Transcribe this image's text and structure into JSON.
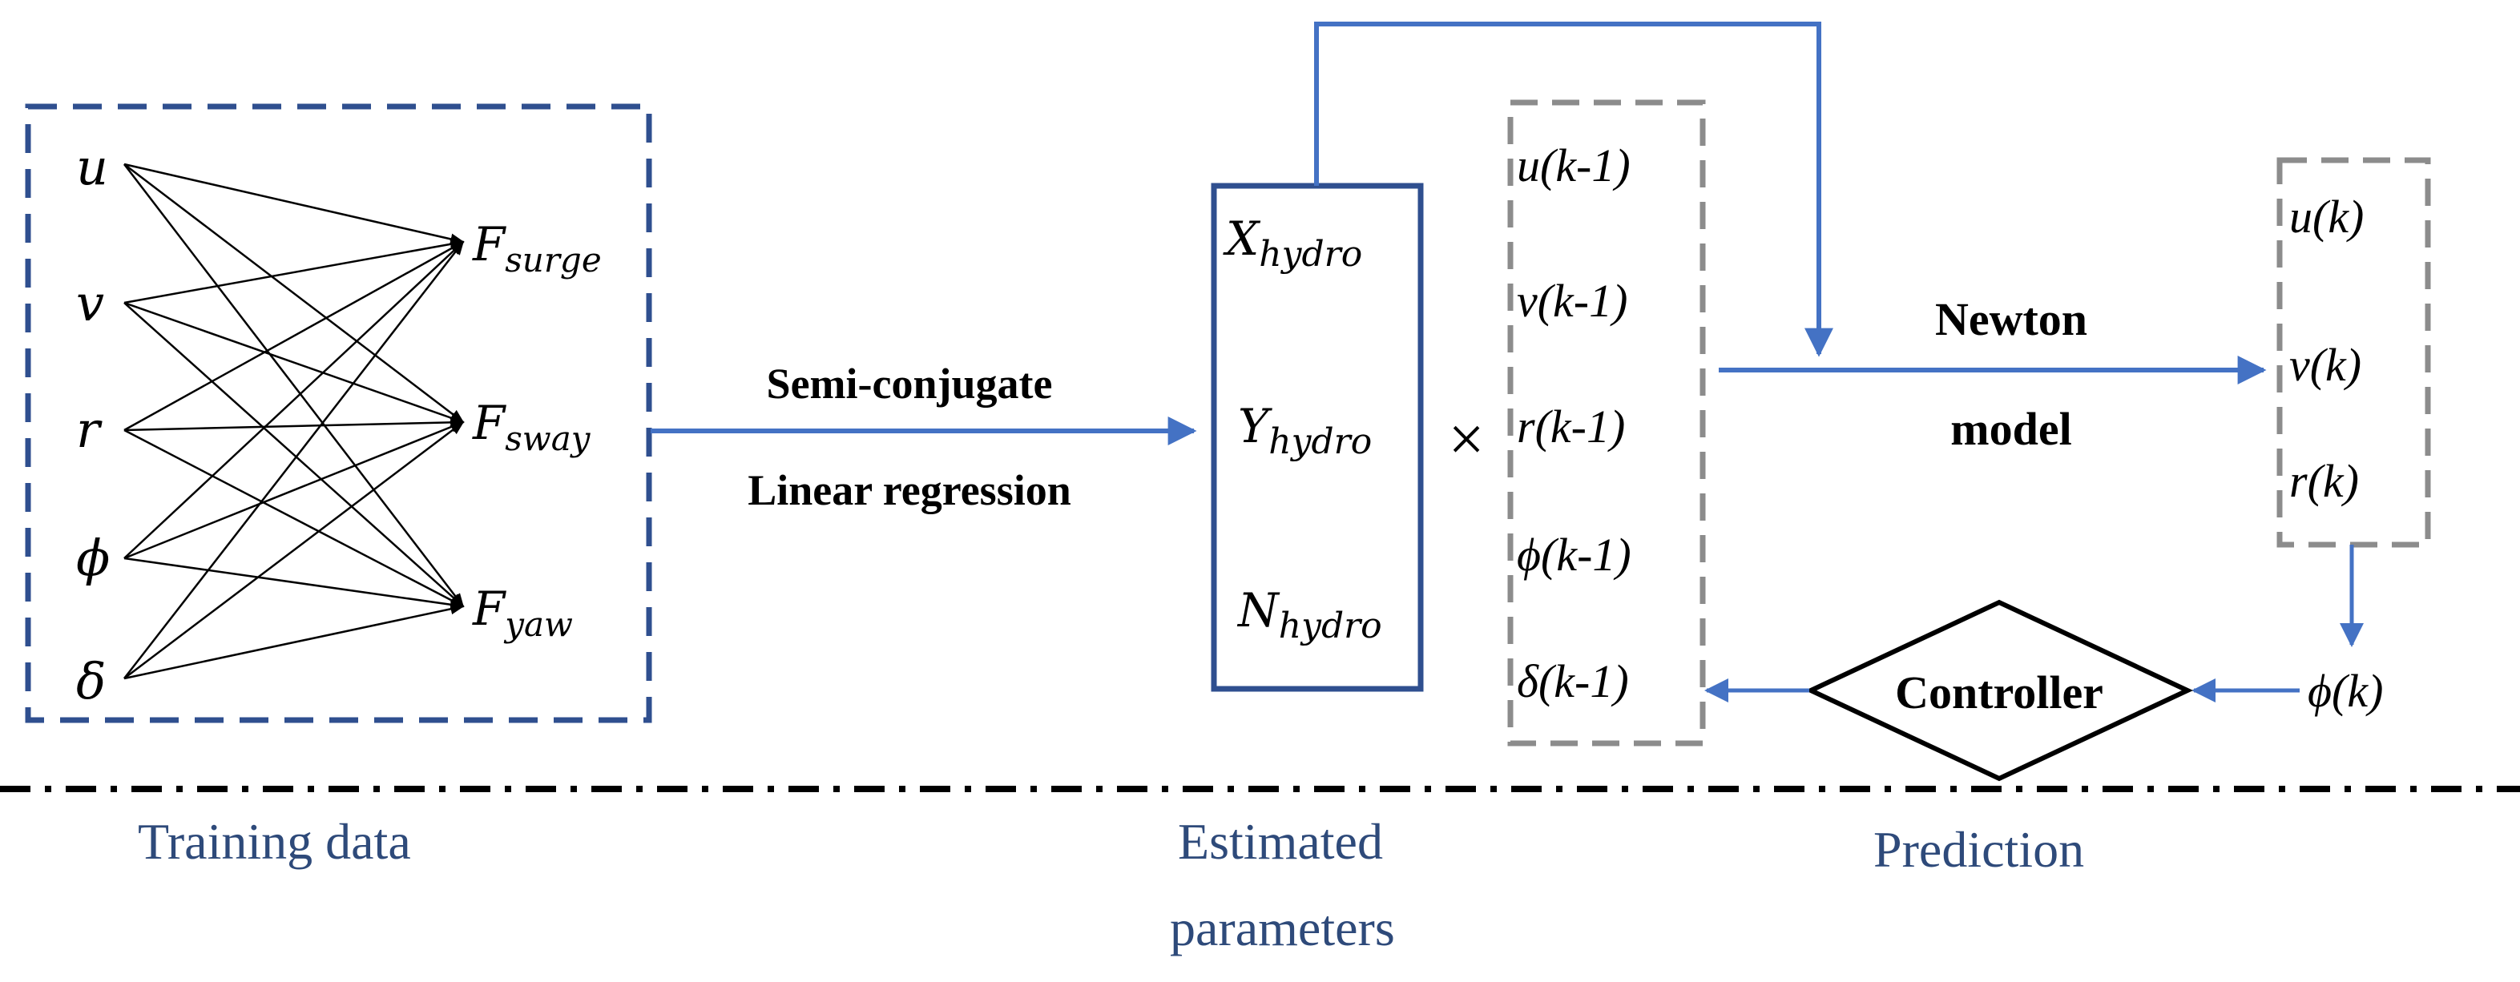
{
  "colors": {
    "blue_dark": "#2f4f8f",
    "blue_arrow": "#4472c4",
    "gray_dash": "#8c8c8c",
    "caption": "#2e4a7a",
    "black": "#000000"
  },
  "training": {
    "inputs": [
      {
        "sym": "u",
        "sub": ""
      },
      {
        "sym": "v",
        "sub": ""
      },
      {
        "sym": "r",
        "sub": ""
      },
      {
        "sym": "ϕ",
        "sub": ""
      },
      {
        "sym": "δ",
        "sub": ""
      }
    ],
    "outputs": [
      {
        "sym": "F",
        "sub": "surge"
      },
      {
        "sym": "F",
        "sub": "sway"
      },
      {
        "sym": "F",
        "sub": "yaw"
      }
    ],
    "caption": "Training data"
  },
  "regression": {
    "line1": "Semi-conjugate",
    "line2": "Linear regression"
  },
  "params": {
    "items": [
      {
        "sym": "X",
        "sub": "hydro"
      },
      {
        "sym": "Y",
        "sub": "hydro"
      },
      {
        "sym": "N",
        "sub": "hydro"
      }
    ],
    "times": "×",
    "caption_line1": "Estimated",
    "caption_line2": "parameters"
  },
  "state_prev": {
    "items": [
      "u(k-1)",
      "v(k-1)",
      "r(k-1)",
      "ϕ(k-1)",
      "δ(k-1)"
    ]
  },
  "newton": {
    "line1": "Newton",
    "line2": "model"
  },
  "state_next": {
    "items": [
      "u(k)",
      "v(k)",
      "r(k)"
    ]
  },
  "phi_k": "ϕ(k)",
  "controller": "Controller",
  "prediction_caption": "Prediction"
}
